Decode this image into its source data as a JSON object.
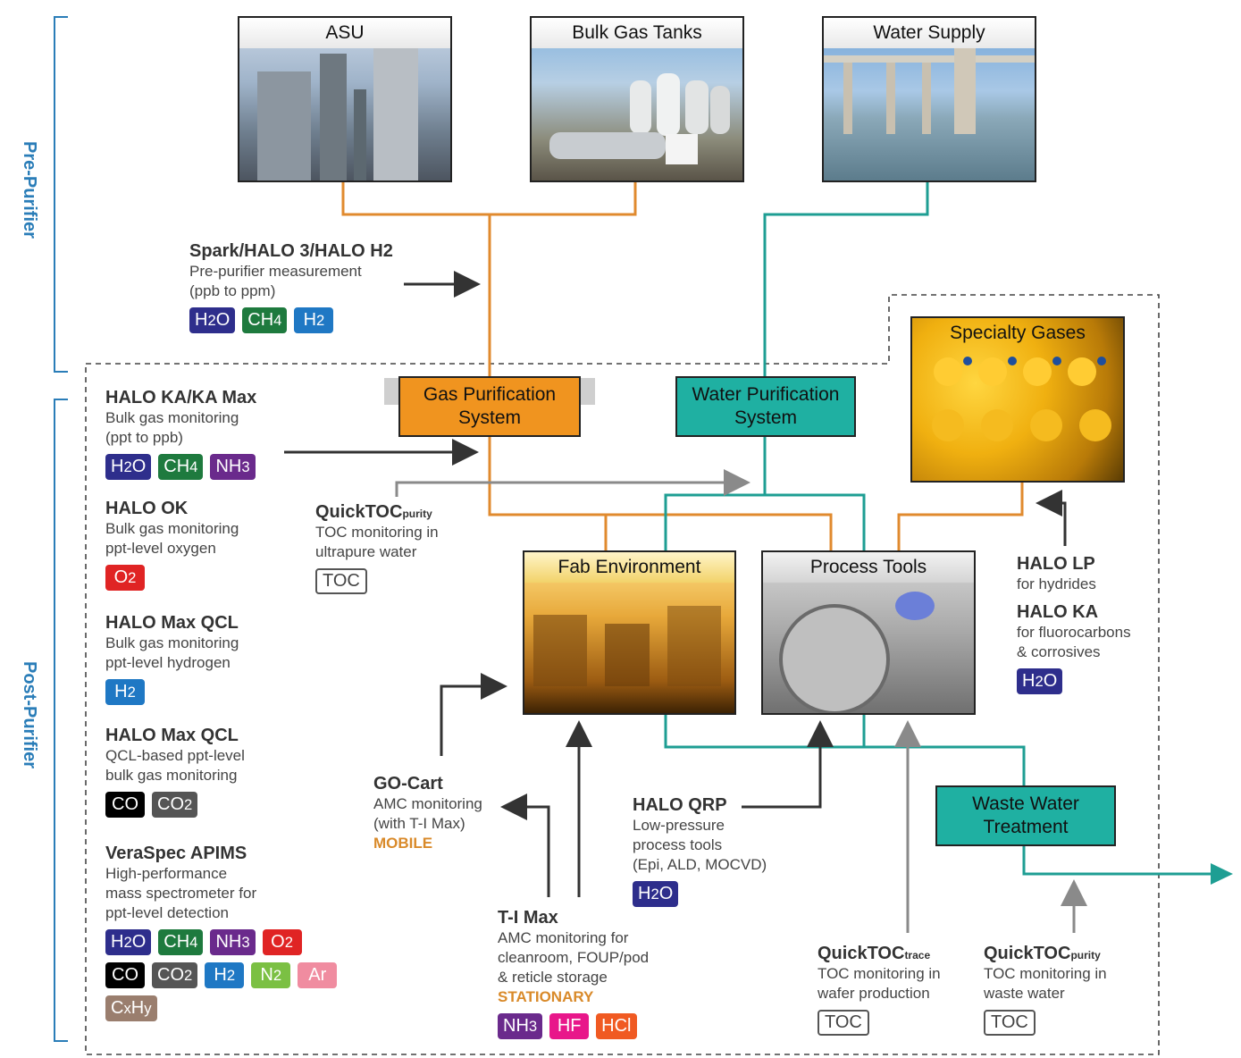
{
  "sections": {
    "pre": "Pre-Purifier",
    "post": "Post-Purifier"
  },
  "sources": {
    "asu": "ASU",
    "bulk": "Bulk Gas Tanks",
    "water": "Water Supply",
    "specialty": "Specialty Gases"
  },
  "systems": {
    "gas": "Gas Purification\nSystem",
    "water": "Water Purification\nSystem",
    "fab": "Fab Environment",
    "tools": "Process Tools",
    "waste": "Waste Water\nTreatment"
  },
  "colors": {
    "gas_line": "#e08a2e",
    "water_line": "#1e9e93",
    "arrow": "#333333",
    "gray_arrow": "#8a8a8a",
    "h2o": "#2e2e8c",
    "ch4": "#1e7a3e",
    "h2": "#1f78c4",
    "nh3": "#6a2a8c",
    "o2": "#e02424",
    "co": "#000000",
    "co2": "#555555",
    "n2": "#7bc043",
    "ar": "#f08ca0",
    "cxhy": "#9a7e6e",
    "hf": "#e8178a",
    "hcl": "#f05a22"
  },
  "products": {
    "spark": {
      "name": "Spark/HALO 3/HALO H2",
      "desc": "Pre-purifier measurement\n(ppb to ppm)",
      "chips": [
        [
          "H2O",
          "h2o"
        ],
        [
          "CH4",
          "ch4"
        ],
        [
          "H2",
          "h2"
        ]
      ]
    },
    "haloka": {
      "name": "HALO KA/KA Max",
      "desc": "Bulk gas monitoring\n(ppt to ppb)",
      "chips": [
        [
          "H2O",
          "h2o"
        ],
        [
          "CH4",
          "ch4"
        ],
        [
          "NH3",
          "nh3"
        ]
      ]
    },
    "halook": {
      "name": "HALO OK",
      "desc": "Bulk gas monitoring\nppt-level oxygen",
      "chips": [
        [
          "O2",
          "o2"
        ]
      ]
    },
    "maxqcl1": {
      "name": "HALO Max QCL",
      "desc": "Bulk gas monitoring\nppt-level hydrogen",
      "chips": [
        [
          "H2",
          "h2"
        ]
      ]
    },
    "maxqcl2": {
      "name": "HALO Max QCL",
      "desc": "QCL-based ppt-level\nbulk gas monitoring",
      "chips": [
        [
          "CO",
          "co"
        ],
        [
          "CO2",
          "co2"
        ]
      ]
    },
    "veraspec": {
      "name": "VeraSpec APIMS",
      "desc": "High-performance\nmass spectrometer for\nppt-level detection",
      "chips": [
        [
          "H2O",
          "h2o"
        ],
        [
          "CH4",
          "ch4"
        ],
        [
          "NH3",
          "nh3"
        ],
        [
          "O2",
          "o2"
        ],
        [
          "CO",
          "co"
        ],
        [
          "CO2",
          "co2"
        ],
        [
          "H2",
          "h2"
        ],
        [
          "N2",
          "n2"
        ],
        [
          "Ar",
          "ar"
        ],
        [
          "CxHy",
          "cxhy"
        ]
      ]
    },
    "qtoc_upw": {
      "name": "QuickTOC",
      "sub": "purity",
      "desc": "TOC monitoring in\nultrapure water",
      "chips": [
        [
          "TOC",
          "toc"
        ]
      ]
    },
    "gocart": {
      "name": "GO-Cart",
      "desc": "AMC monitoring\n(with T-I Max)",
      "tag": "MOBILE"
    },
    "timax": {
      "name": "T-I Max",
      "desc": "AMC monitoring for\ncleanroom, FOUP/pod\n& reticle storage",
      "tag": "STATIONARY",
      "chips": [
        [
          "NH3",
          "nh3"
        ],
        [
          "HF",
          "hf"
        ],
        [
          "HCl",
          "hcl"
        ]
      ]
    },
    "haloqrp": {
      "name": "HALO QRP",
      "desc": "Low-pressure\nprocess tools\n(Epi, ALD, MOCVD)",
      "chips": [
        [
          "H2O",
          "h2o"
        ]
      ]
    },
    "qtoc_trace": {
      "name": "QuickTOC",
      "sub": "trace",
      "desc": "TOC monitoring in\nwafer production",
      "chips": [
        [
          "TOC",
          "toc"
        ]
      ]
    },
    "qtoc_waste": {
      "name": "QuickTOC",
      "sub": "purity",
      "desc": "TOC monitoring in\nwaste water",
      "chips": [
        [
          "TOC",
          "toc"
        ]
      ]
    },
    "halolp": {
      "name": "HALO LP",
      "desc": "for hydrides"
    },
    "haloka2": {
      "name": "HALO KA",
      "desc": "for fluorocarbons\n& corrosives",
      "chips": [
        [
          "H2O",
          "h2o"
        ]
      ]
    }
  }
}
